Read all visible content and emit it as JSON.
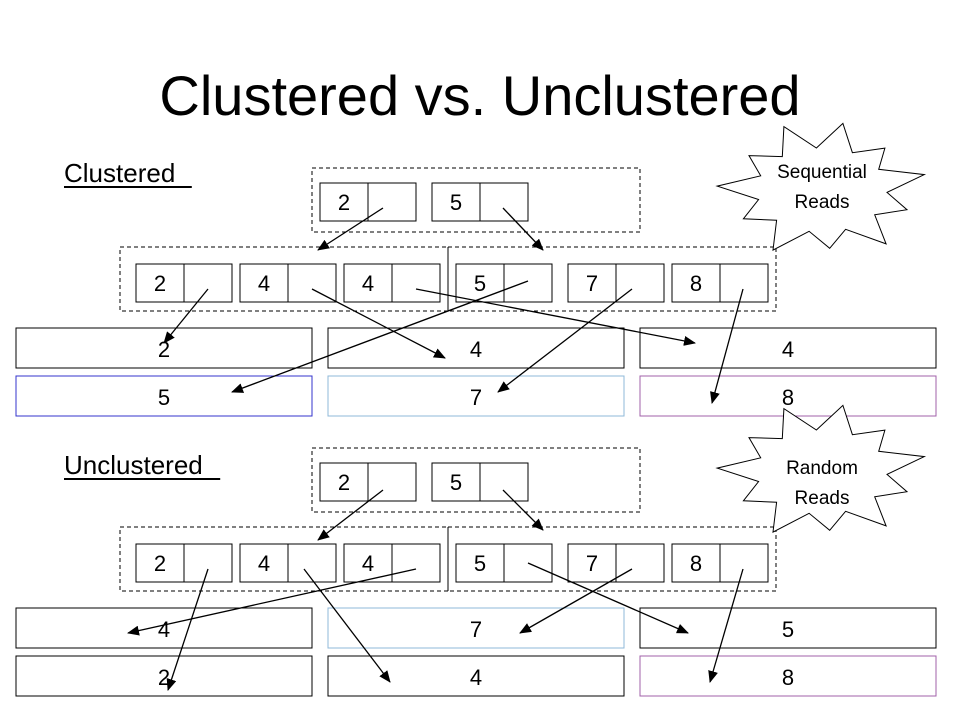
{
  "title": "Clustered vs. Unclustered",
  "panels": [
    {
      "label": "Clustered",
      "callout": [
        "Sequential",
        "Reads"
      ],
      "root_keys": [
        "2",
        "5"
      ],
      "leaf_keys": [
        "2",
        "4",
        "4",
        "5",
        "7",
        "8"
      ],
      "data_rows": [
        [
          "2",
          "4",
          "4"
        ],
        [
          "5",
          "7",
          "8"
        ]
      ],
      "row_colors": [
        [
          "#000000",
          "#000000",
          "#000000"
        ],
        [
          "#3333cc",
          "#8fb8d8",
          "#a060a8"
        ]
      ]
    },
    {
      "label": "Unclustered",
      "callout": [
        "Random",
        "Reads"
      ],
      "root_keys": [
        "2",
        "5"
      ],
      "leaf_keys": [
        "2",
        "4",
        "4",
        "5",
        "7",
        "8"
      ],
      "data_rows": [
        [
          "4",
          "7",
          "5"
        ],
        [
          "2",
          "4",
          "8"
        ]
      ],
      "row_colors": [
        [
          "#000000",
          "#8fb8d8",
          "#000000"
        ],
        [
          "#000000",
          "#000000",
          "#a060a8"
        ]
      ]
    }
  ]
}
